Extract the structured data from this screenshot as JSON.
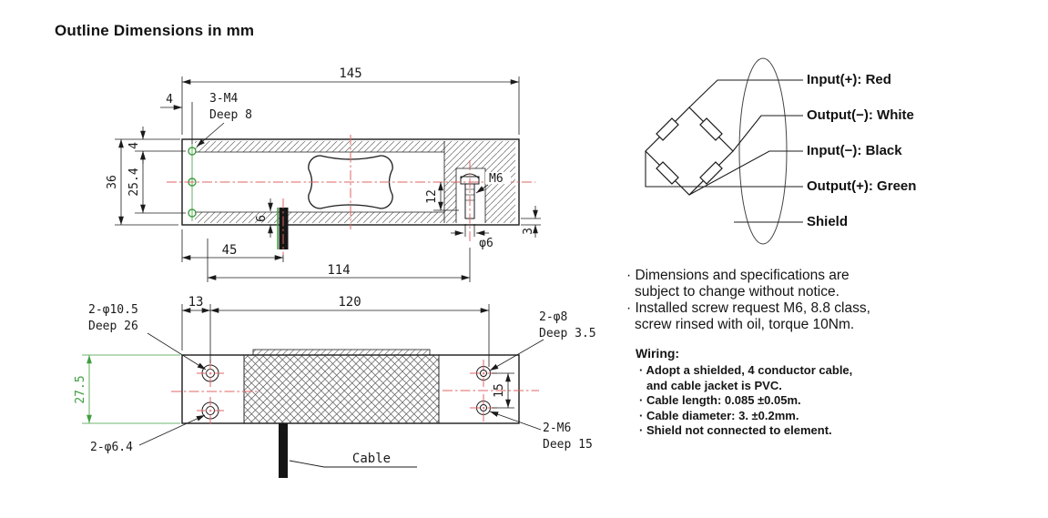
{
  "title": "Outline Dimensions in mm",
  "top_view": {
    "dim_145": "145",
    "dim_4_h": "4",
    "label_3m4": "3-M4",
    "label_3m4_depth": "Deep 8",
    "dim_4_v": "4",
    "dim_25_4": "25.4",
    "dim_36": "36",
    "dim_6": "6",
    "dim_12": "12",
    "label_m6": "M6",
    "label_phi6": "φ6",
    "dim_3": "3",
    "dim_45": "45",
    "dim_114": "114"
  },
  "bottom_view": {
    "label_2phi105": "2-φ10.5",
    "label_2phi105_depth": "Deep 26",
    "dim_13": "13",
    "dim_120": "120",
    "label_2phi8": "2-φ8",
    "label_2phi8_depth": "Deep 3.5",
    "dim_27_5": "27.5",
    "dim_15": "15",
    "label_2phi64": "2-φ6.4",
    "label_2m6": "2-M6",
    "label_2m6_depth": "Deep 15",
    "label_cable": "Cable"
  },
  "wiring_diagram": {
    "labels": [
      "Input(+): Red",
      "Output(−): White",
      "Input(−): Black",
      "Output(+): Green",
      "Shield"
    ]
  },
  "notes": [
    "· Dimensions and specifications are subject to change without notice.",
    "· Installed screw request M6, 8.8 class, screw rinsed with oil, torque 10Nm."
  ],
  "wiring_notes": {
    "heading": "Wiring:",
    "items": [
      "· Adopt a shielded, 4 conductor cable, and cable jacket is PVC.",
      "· Cable length: 0.085 ±0.05m.",
      "· Cable diameter: 3. ±0.2mm.",
      "· Shield not connected to element."
    ]
  },
  "colors": {
    "centerline_red": "#e06666",
    "dim_green": "#3f9e3f",
    "line_black": "#1b1b1b"
  }
}
